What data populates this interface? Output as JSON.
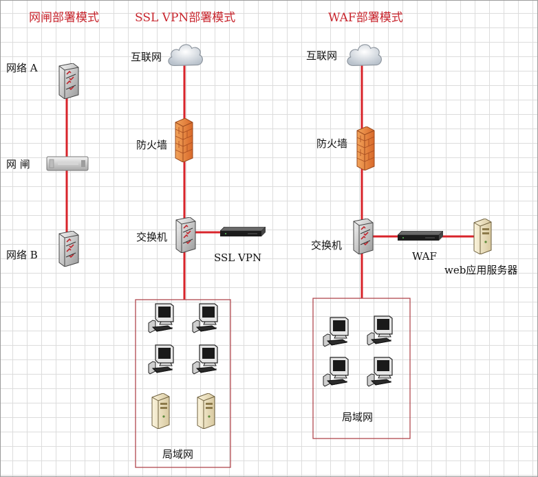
{
  "titles": {
    "gatekeeper": "网闸部署模式",
    "sslvpn": "SSL VPN部署模式",
    "waf": "WAF部署模式"
  },
  "gatekeeper": {
    "network_a": "网络 A",
    "gatekeeper": "网 闸",
    "network_b": "网络 B"
  },
  "sslvpn": {
    "internet": "互联网",
    "firewall": "防火墙",
    "switch": "交换机",
    "vpn": "SSL VPN",
    "lan": "局域网"
  },
  "waf": {
    "internet": "互联网",
    "firewall": "防火墙",
    "switch": "交换机",
    "waf": "WAF",
    "web_server": "web应用服务器",
    "lan": "局域网"
  },
  "colors": {
    "link": "#d8232a",
    "title": "#c8242c",
    "lan_border": "#b0474f",
    "firewall": "#e8843a"
  }
}
